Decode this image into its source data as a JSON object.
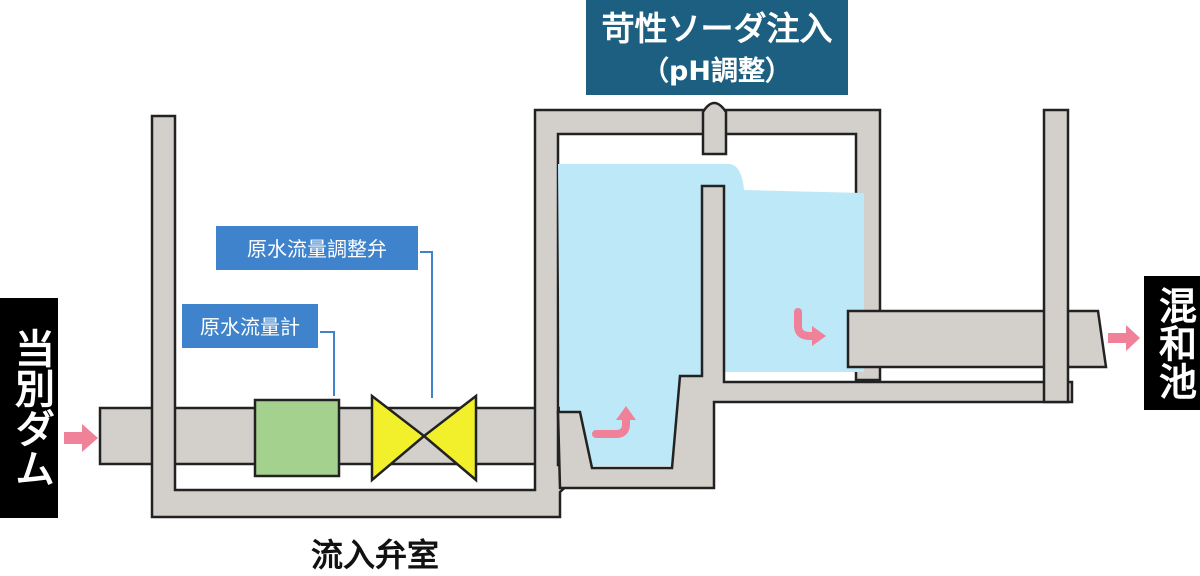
{
  "labels": {
    "inlet": "当別ダム",
    "outlet": "混和池",
    "chamber": "流入弁室",
    "flow_meter": "原水流量計",
    "flow_valve": "原水流量調整弁",
    "caustic_title": "苛性ソーダ注入",
    "caustic_sub": "（pH調整）"
  },
  "colors": {
    "wall": "#d3cfca",
    "outline": "#222222",
    "water": "#bde8f7",
    "meter": "#a5d18f",
    "valve": "#f2f02b",
    "callout": "#3e83cc",
    "header": "#1d5f80",
    "arrow": "#ef8298",
    "side_box": "#000000"
  },
  "icons": [
    "arrow-right-icon",
    "arrow-up-turn-icon",
    "arrow-down-turn-icon"
  ]
}
